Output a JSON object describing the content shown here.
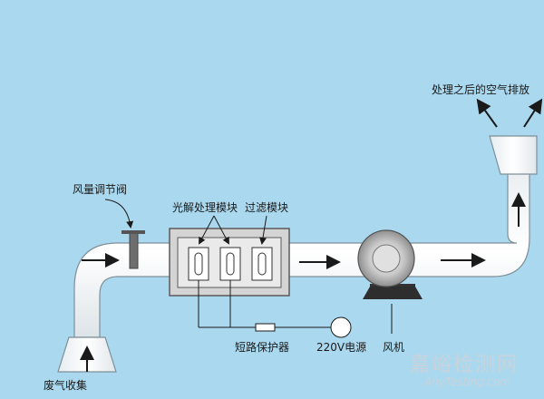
{
  "labels": {
    "damper": "风量调节阀",
    "photolysis_module": "光解处理模块",
    "filter_module": "过滤模块",
    "exhaust": "处理之后的空气排放",
    "short_circuit": "短路保护器",
    "power": "220V电源",
    "fan": "风机",
    "collection": "废气收集"
  },
  "watermark": {
    "cn": "嘉峪检测网",
    "en": "AnyTesting.com"
  },
  "colors": {
    "background": "#a9d8ef",
    "duct": "#f4f4f4",
    "duct_edge": "#7f8f99",
    "stroke": "#1a1a1a",
    "module_box": "#cfcfcf"
  }
}
